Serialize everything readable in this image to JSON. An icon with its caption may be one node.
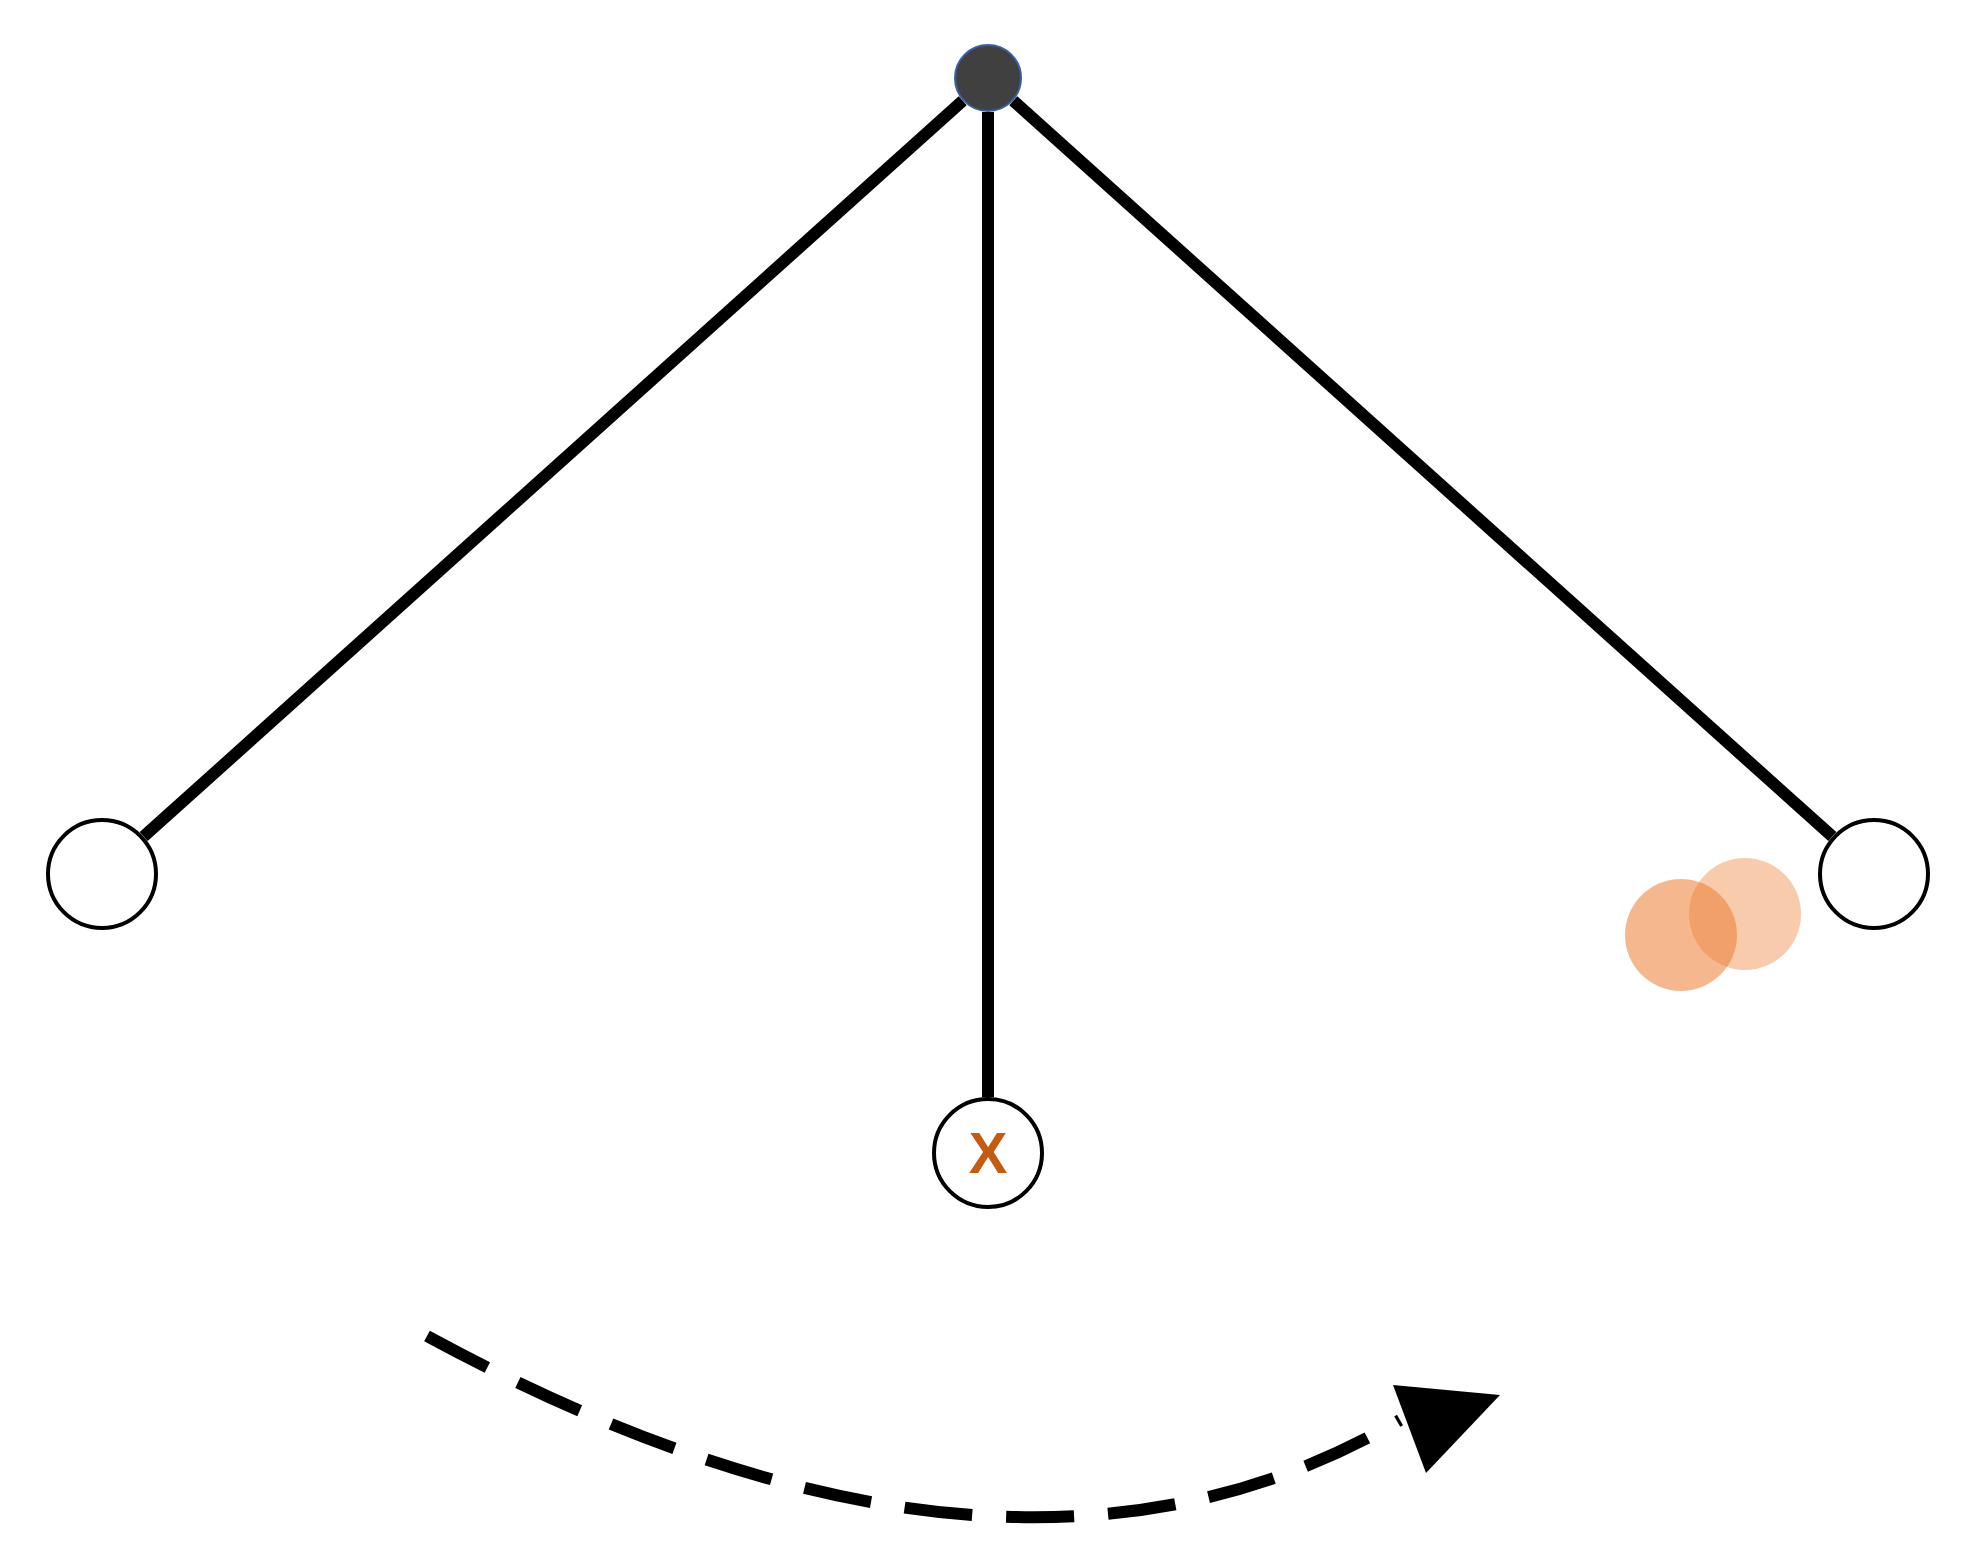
{
  "diagram": {
    "nodes": [
      {
        "text": [],
        "shape": "circle"
      },
      {
        "text": [],
        "shape": "circle"
      },
      {
        "text": [
          "X"
        ]
      },
      {
        "text": [],
        "shape": "circle"
      },
      {
        "text": [],
        "shape": "circle"
      },
      {
        "text": [],
        "shape": "circle"
      }
    ],
    "edges": [
      {
        "from": 0,
        "to": 1,
        "arrow": "none"
      },
      {
        "from": 0,
        "to": 2,
        "arrow": "none"
      },
      {
        "from": 0,
        "to": 3,
        "arrow": "none"
      }
    ]
  }
}
